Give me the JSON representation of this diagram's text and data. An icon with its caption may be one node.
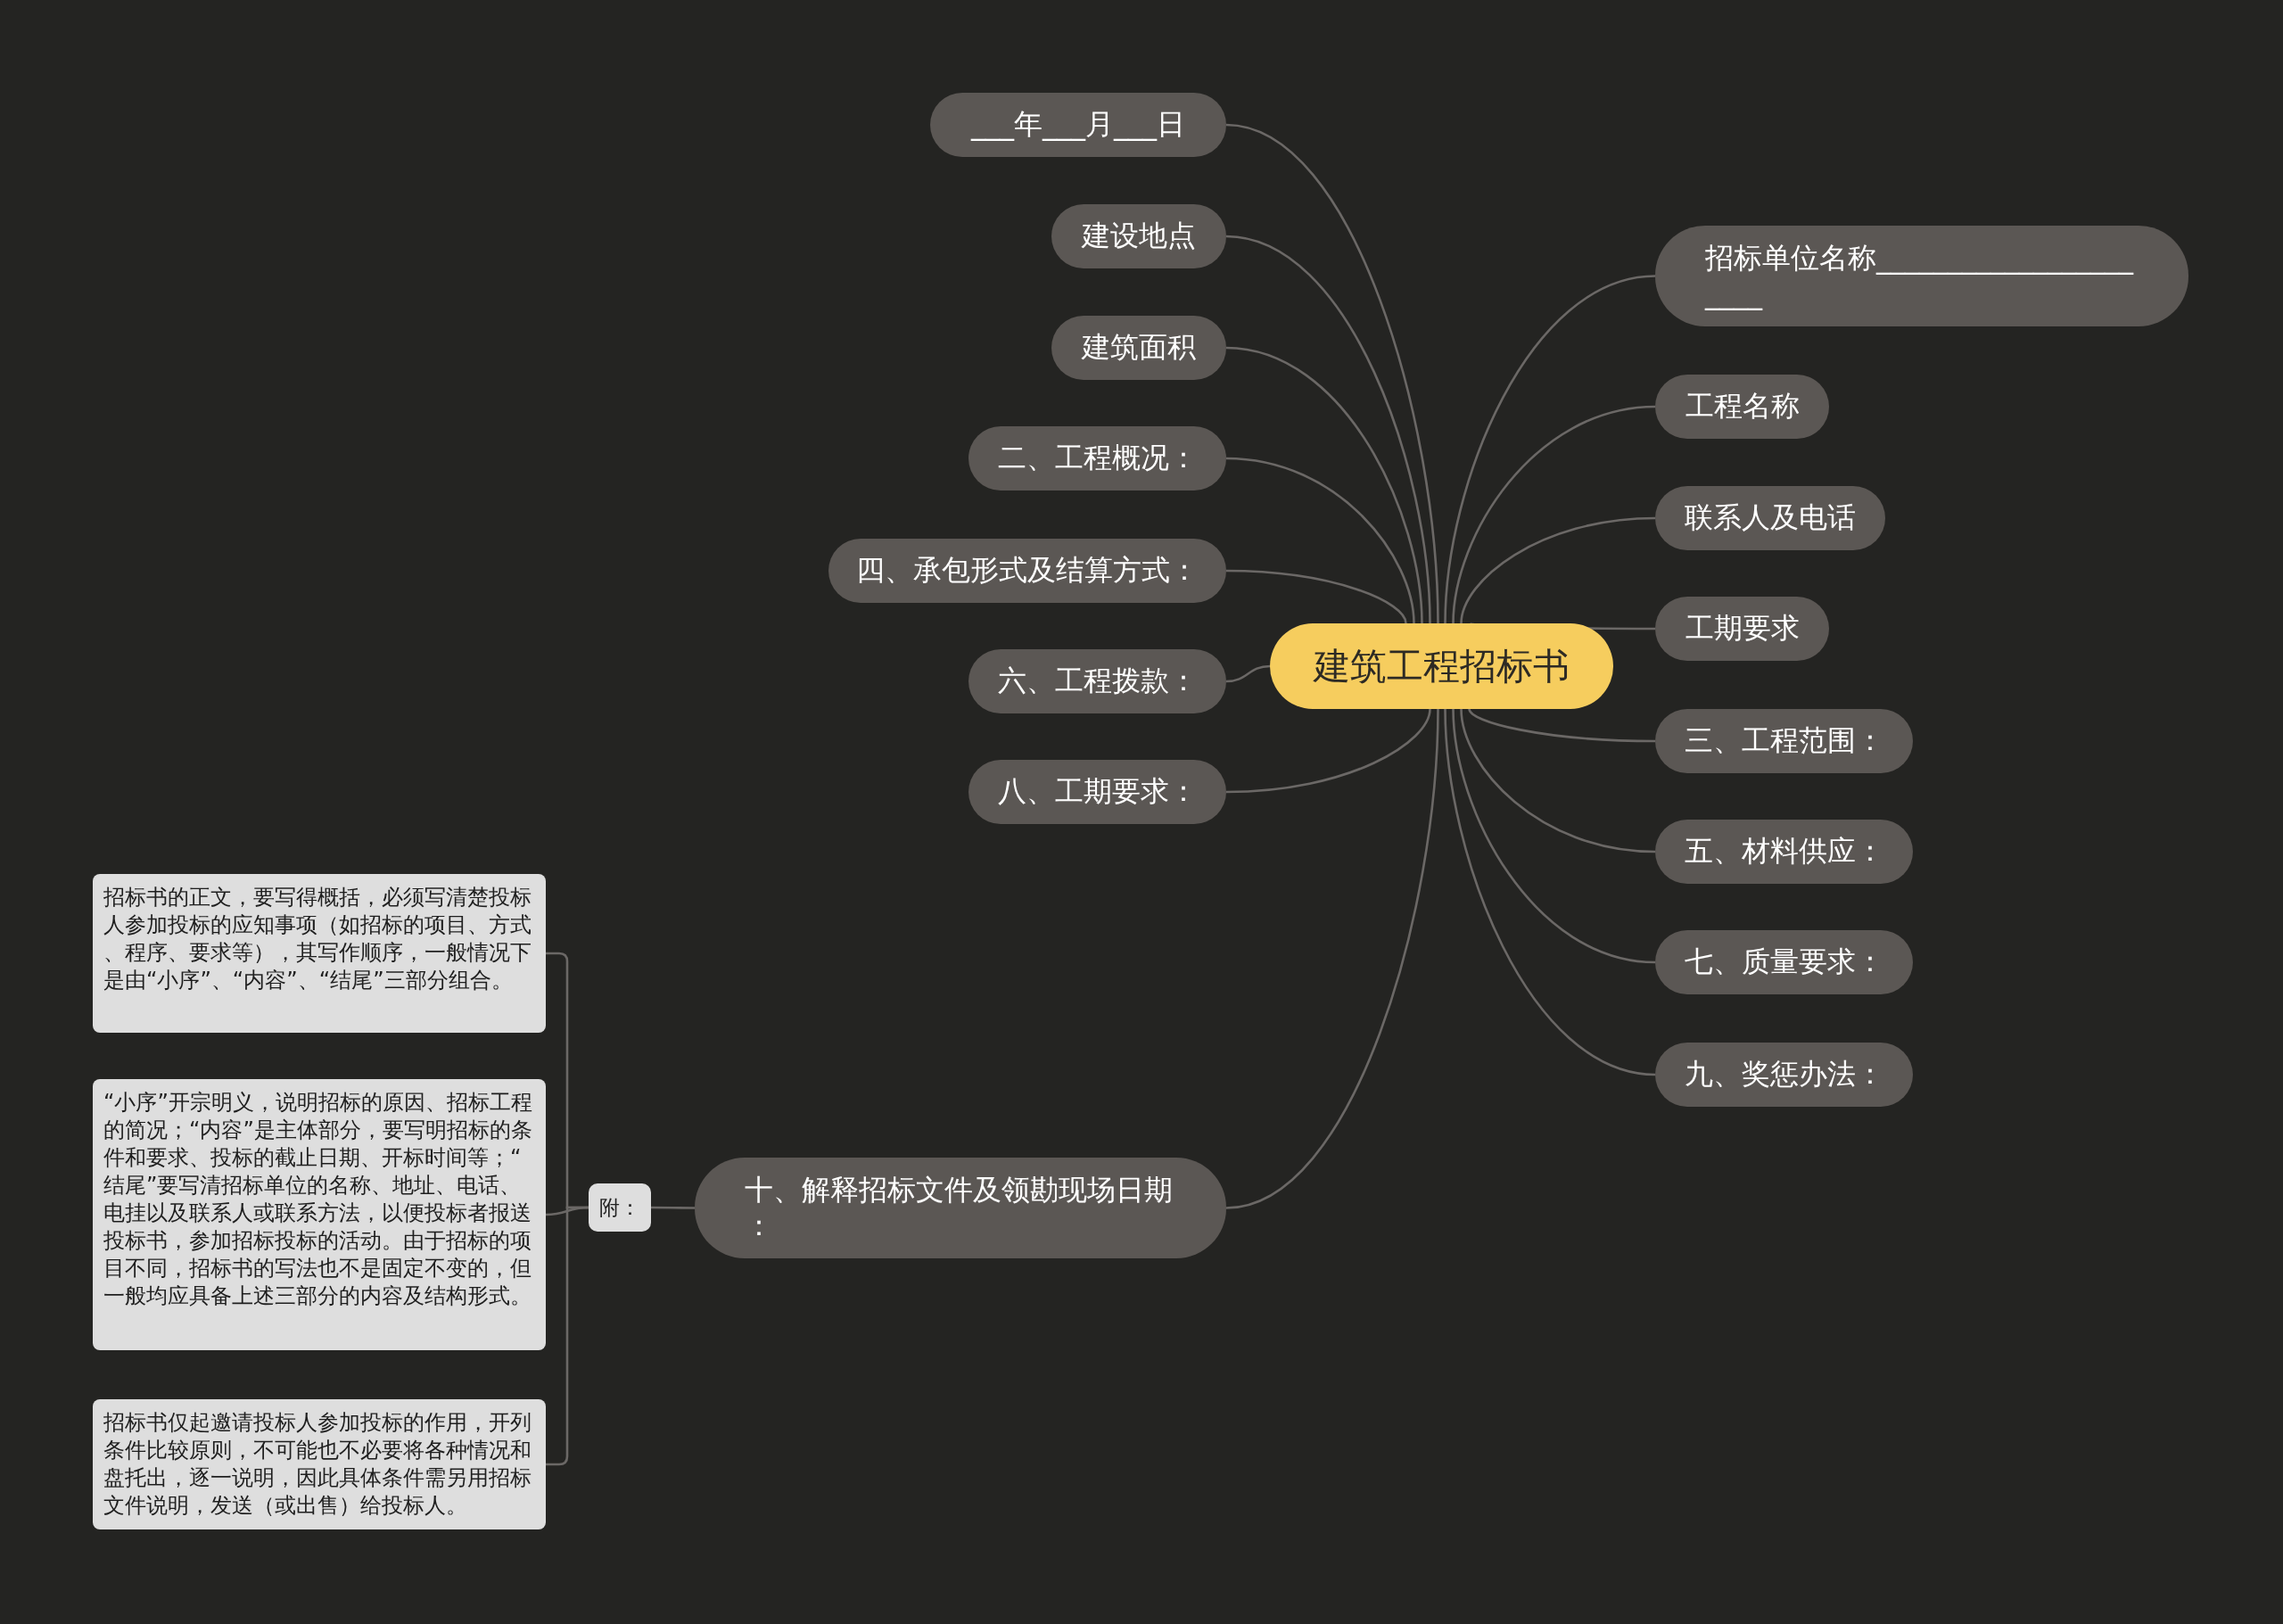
{
  "diagram": {
    "nodes": [
      {
        "text": [
          "建筑工程招标书"
        ]
      },
      {
        "text": [
          "___年___月___日"
        ]
      },
      {
        "text": [
          "建设地点"
        ]
      },
      {
        "text": [
          "建筑面积"
        ]
      },
      {
        "text": [
          "二、工程概况："
        ]
      },
      {
        "text": [
          "四、承包形式及结算方式："
        ]
      },
      {
        "text": [
          "六、工程拨款："
        ]
      },
      {
        "text": [
          "八、工期要求："
        ]
      },
      {
        "text": [
          "十、解释招标文件及领勘现场日期："
        ]
      },
      {
        "text": [
          "附："
        ]
      },
      {
        "text": [
          "招标书的正文，要写得概括，必须写清楚投标人参加投标的应知事项（如招标的项目、方式、程序、要求等），其写作顺序，一般情况下是由“小序”、“内容”、“结尾”三部分组合。"
        ]
      },
      {
        "text": [
          "“小序”开宗明义，说明招标的原因、招标工程的简况；“内容”是主体部分，要写明招标的条件和要求、投标的截止日期、开标时间等；“结尾”要写清招标单位的名称、地址、电话、电挂以及联系人或联系方法，以便投标者报送投标书，参加招标投标的活动。由于招标的项目不同，招标书的写法也不是固定不变的，但一般均应具备上述三部分的内容及结构形式。"
        ]
      },
      {
        "text": [
          "招标书仅起邀请投标人参加投标的作用，开列条件比较原则，不可能也不必要将各种情况和盘托出，逐一说明，因此具体条件需另用招标文件说明，发送（或出售）给投标人。"
        ]
      },
      {
        "text": [
          "招标单位名称______________________"
        ]
      },
      {
        "text": [
          "工程名称"
        ]
      },
      {
        "text": [
          "联系人及电话"
        ]
      },
      {
        "text": [
          "工期要求"
        ]
      },
      {
        "text": [
          "三、工程范围："
        ]
      },
      {
        "text": [
          "五、材料供应："
        ]
      },
      {
        "text": [
          "七、质量要求："
        ]
      },
      {
        "text": [
          "九、奖惩办法："
        ]
      }
    ],
    "edges": [
      {
        "from": 0,
        "to": 1,
        "arrow": "none"
      },
      {
        "from": 0,
        "to": 2,
        "arrow": "none"
      },
      {
        "from": 0,
        "to": 3,
        "arrow": "none"
      },
      {
        "from": 0,
        "to": 4,
        "arrow": "none"
      },
      {
        "from": 0,
        "to": 5,
        "arrow": "none"
      },
      {
        "from": 0,
        "to": 6,
        "arrow": "none"
      },
      {
        "from": 0,
        "to": 7,
        "arrow": "none"
      },
      {
        "from": 0,
        "to": 8,
        "arrow": "none"
      },
      {
        "from": 8,
        "to": 9,
        "arrow": "none"
      },
      {
        "from": 9,
        "to": 10,
        "arrow": "none"
      },
      {
        "from": 9,
        "to": 11,
        "arrow": "none"
      },
      {
        "from": 9,
        "to": 12,
        "arrow": "none"
      },
      {
        "from": 0,
        "to": 13,
        "arrow": "none"
      },
      {
        "from": 0,
        "to": 14,
        "arrow": "none"
      },
      {
        "from": 0,
        "to": 15,
        "arrow": "none"
      },
      {
        "from": 0,
        "to": 16,
        "arrow": "none"
      },
      {
        "from": 0,
        "to": 17,
        "arrow": "none"
      },
      {
        "from": 0,
        "to": 18,
        "arrow": "none"
      },
      {
        "from": 0,
        "to": 19,
        "arrow": "none"
      },
      {
        "from": 0,
        "to": 20,
        "arrow": "none"
      }
    ]
  }
}
